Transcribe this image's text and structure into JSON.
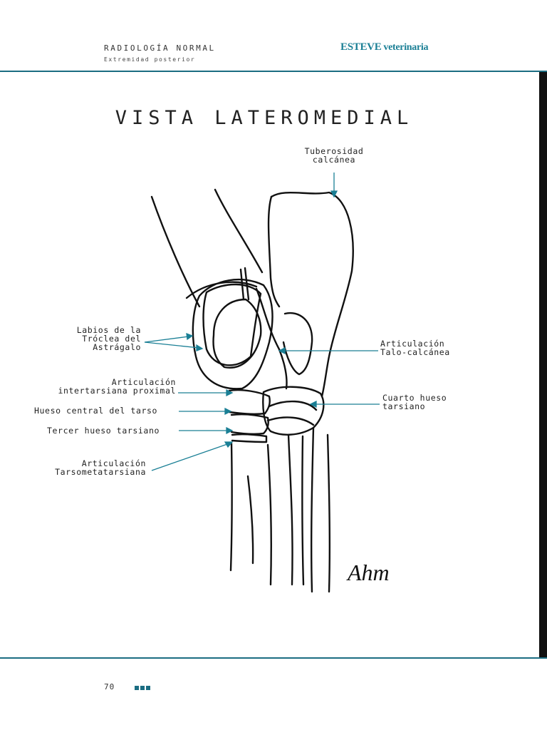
{
  "header": {
    "title": "RADIOLOGÍA NORMAL",
    "subtitle": "Extremidad posterior",
    "brand_main": "ESTEVE",
    "brand_sub": "veterinaria"
  },
  "page_title": "VISTA LATEROMEDIAL",
  "labels": {
    "tuberosidad": [
      "Tuberosidad",
      "calcánea"
    ],
    "labios": [
      "Labios de la",
      "Tróclea del",
      "Astrágalo"
    ],
    "talo": [
      "Articulación",
      "Talo-calcánea"
    ],
    "intertarsiana": [
      "Articulación",
      "intertarsiana proximal"
    ],
    "cuarto": [
      "Cuarto hueso",
      "tarsiano"
    ],
    "central": "Hueso central del tarso",
    "tercer": "Tercer hueso tarsiano",
    "tarsomet": [
      "Articulación",
      "Tarsometatarsiana"
    ]
  },
  "signature": "Ahm",
  "footer": {
    "page_number": "70"
  },
  "colors": {
    "accent": "#1b6d82",
    "arrow": "#1a7f95",
    "brand": "#1a7f95"
  }
}
